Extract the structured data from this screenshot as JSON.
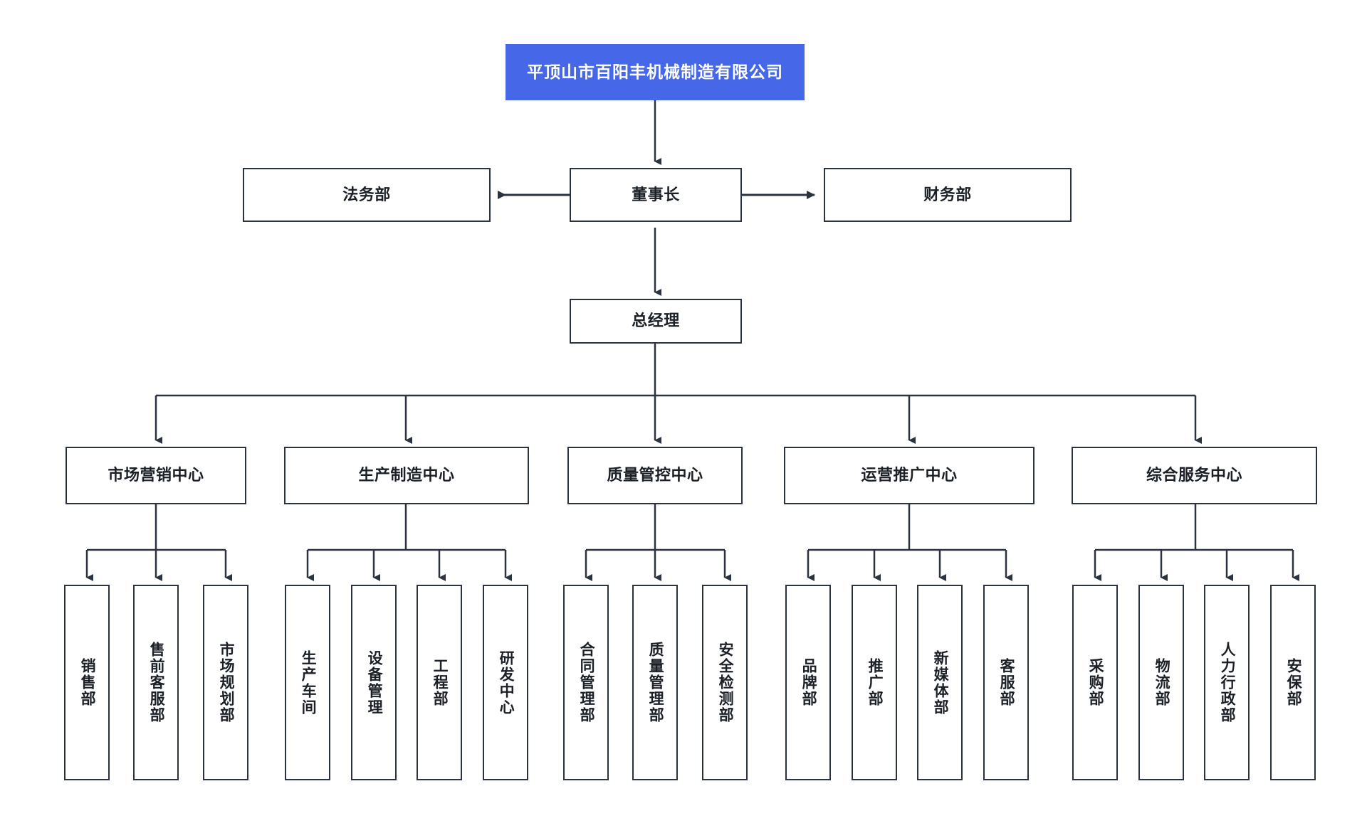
{
  "colors": {
    "root_fill": "#4667e8",
    "root_text": "#ffffff",
    "box_border": "#2b3340",
    "box_fill": "#ffffff",
    "box_text": "#1b2027",
    "connector": "#2b3340",
    "page_background": "#ffffff"
  },
  "chart": {
    "type": "org-chart",
    "orientation": "top-down",
    "root": {
      "id": "company",
      "label": "平顶山市百阳丰机械制造有限公司",
      "style": "filled-blue"
    },
    "levels": [
      {
        "level": 1,
        "nodes": [
          {
            "id": "legal",
            "label": "法务部",
            "role": "staff-left"
          },
          {
            "id": "chairman",
            "label": "董事长",
            "role": "executive"
          },
          {
            "id": "finance",
            "label": "财务部",
            "role": "staff-right"
          }
        ]
      },
      {
        "level": 2,
        "nodes": [
          {
            "id": "gm",
            "label": "总经理",
            "role": "executive"
          }
        ]
      },
      {
        "level": 3,
        "nodes": [
          {
            "id": "c1",
            "label": "市场营销中心"
          },
          {
            "id": "c2",
            "label": "生产制造中心"
          },
          {
            "id": "c3",
            "label": "质量管控中心"
          },
          {
            "id": "c4",
            "label": "运营推广中心"
          },
          {
            "id": "c5",
            "label": "综合服务中心"
          }
        ]
      }
    ],
    "groups": [
      {
        "parent": "c1",
        "parent_label": "市场营销中心",
        "children": [
          {
            "id": "c1a",
            "label": "销售部"
          },
          {
            "id": "c1b",
            "label": "售前客服部"
          },
          {
            "id": "c1c",
            "label": "市场规划部"
          }
        ]
      },
      {
        "parent": "c2",
        "parent_label": "生产制造中心",
        "children": [
          {
            "id": "c2a",
            "label": "生产车间"
          },
          {
            "id": "c2b",
            "label": "设备管理"
          },
          {
            "id": "c2c",
            "label": "工程部"
          },
          {
            "id": "c2d",
            "label": "研发中心"
          }
        ]
      },
      {
        "parent": "c3",
        "parent_label": "质量管控中心",
        "children": [
          {
            "id": "c3a",
            "label": "合同管理部"
          },
          {
            "id": "c3b",
            "label": "质量管理部"
          },
          {
            "id": "c3c",
            "label": "安全检测部"
          }
        ]
      },
      {
        "parent": "c4",
        "parent_label": "运营推广中心",
        "children": [
          {
            "id": "c4a",
            "label": "品牌部"
          },
          {
            "id": "c4b",
            "label": "推广部"
          },
          {
            "id": "c4c",
            "label": "新媒体部"
          },
          {
            "id": "c4d",
            "label": "客服部"
          }
        ]
      },
      {
        "parent": "c5",
        "parent_label": "综合服务中心",
        "children": [
          {
            "id": "c5a",
            "label": "采购部"
          },
          {
            "id": "c5b",
            "label": "物流部"
          },
          {
            "id": "c5c",
            "label": "人力行政部"
          },
          {
            "id": "c5d",
            "label": "安保部"
          }
        ]
      }
    ]
  }
}
